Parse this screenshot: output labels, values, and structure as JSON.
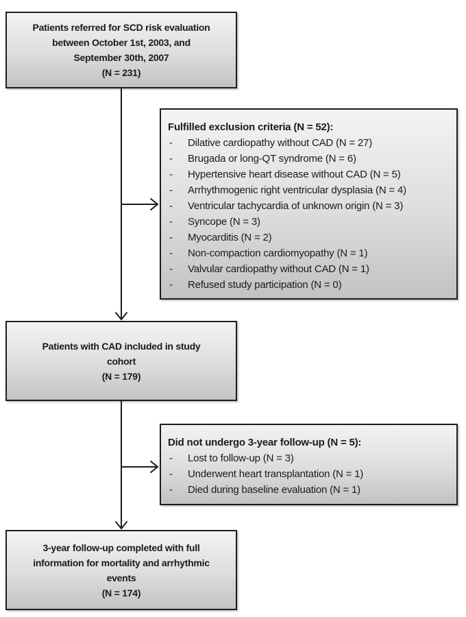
{
  "flowchart": {
    "bullet": "-",
    "top_box": {
      "text": "Patients referred for SCD risk evaluation\nbetween October 1st, 2003, and\nSeptember 30th, 2007\n(N = 231)"
    },
    "exclusion_box": {
      "title": "Fulfilled exclusion criteria (N = 52):",
      "items": [
        "Dilative cardiopathy without CAD (N = 27)",
        "Brugada or long-QT syndrome (N = 6)",
        "Hypertensive heart disease without CAD (N = 5)",
        "Arrhythmogenic right ventricular dysplasia (N = 4)",
        "Ventricular tachycardia of unknown origin (N = 3)",
        "Syncope (N = 3)",
        "Myocarditis (N = 2)",
        "Non-compaction cardiomyopathy (N = 1)",
        "Valvular cardiopathy without CAD (N = 1)",
        "Refused study participation (N = 0)"
      ]
    },
    "cohort_box": {
      "text": "Patients with CAD included in study\ncohort\n(N = 179)"
    },
    "loss_box": {
      "title": "Did not undergo 3-year follow-up (N = 5):",
      "items": [
        "Lost to follow-up (N = 3)",
        "Underwent heart transplantation (N = 1)",
        "Died during baseline evaluation (N = 1)"
      ]
    },
    "final_box": {
      "text": "3-year follow-up completed with full\ninformation for mortality and arrhythmic\nevents\n(N = 174)"
    },
    "style": {
      "box_border_color": "#1c1c1c",
      "box_fill_top": "#f3f3f3",
      "box_fill_bottom": "#c2c2c2",
      "connector_color": "#1c1c1c",
      "text_color": "#1a1a1a"
    }
  }
}
